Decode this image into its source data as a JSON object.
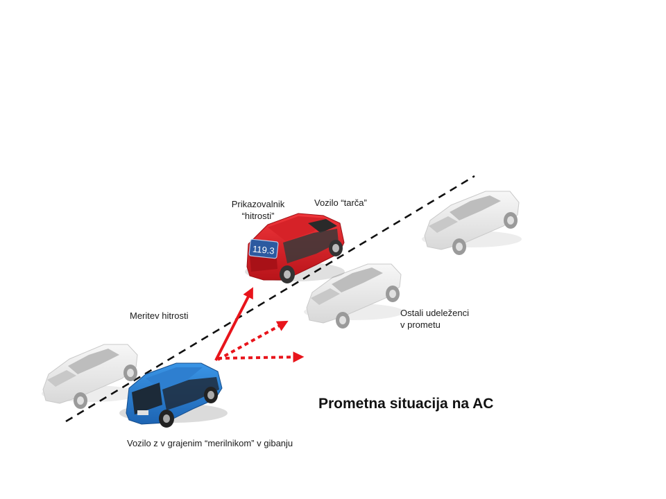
{
  "slide": {
    "title": "Prometna situacija na AC"
  },
  "labels": {
    "display_line1": "Prikazovalnik",
    "display_line2": "“hitrosti”",
    "target_vehicle": "Vozilo “tarča”",
    "speed_measurement": "Meritev hitrosti",
    "others_line1": "Ostali udeleženci",
    "others_line2": "v prometu",
    "measuring_vehicle": "Vozilo z v grajenim “merilnikom”  v gibanju"
  },
  "display_reading": "119.3",
  "colors": {
    "measuring_vehicle": "#2a82d6",
    "target_vehicle": "#e32327",
    "other_vehicles": "#e6e6e6",
    "arrows": "#e8141b",
    "lane_line": "#111111"
  }
}
